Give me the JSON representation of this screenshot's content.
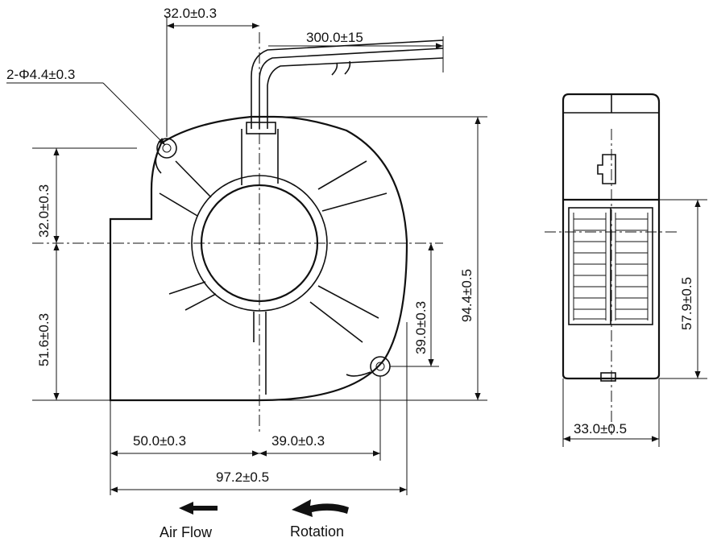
{
  "dimensions": {
    "top_width": "32.0±0.3",
    "lead_length": "300.0±15",
    "hole_spec": "2-Φ4.4±0.3",
    "upper_height": "32.0±0.3",
    "lower_height": "51.6±0.3",
    "right_hole_height": "39.0±0.3",
    "total_height": "94.4±0.5",
    "left_width": "50.0±0.3",
    "right_width": "39.0±0.3",
    "total_width": "97.2±0.5",
    "outlet_height": "57.9±0.5",
    "depth": "33.0±0.5"
  },
  "labels": {
    "air_flow": "Air Flow",
    "rotation": "Rotation"
  }
}
